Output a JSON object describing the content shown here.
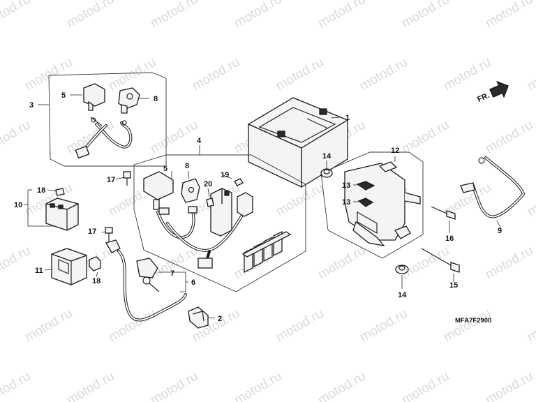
{
  "watermark": "motod.ru",
  "diagram_code": "MFA7F2900",
  "direction_label": "FR.",
  "callouts": [
    "1",
    "2",
    "3",
    "4",
    "5",
    "5",
    "6",
    "7",
    "8",
    "8",
    "9",
    "10",
    "11",
    "12",
    "13",
    "13",
    "14",
    "14",
    "15",
    "16",
    "17",
    "17",
    "18",
    "18",
    "19",
    "20"
  ]
}
